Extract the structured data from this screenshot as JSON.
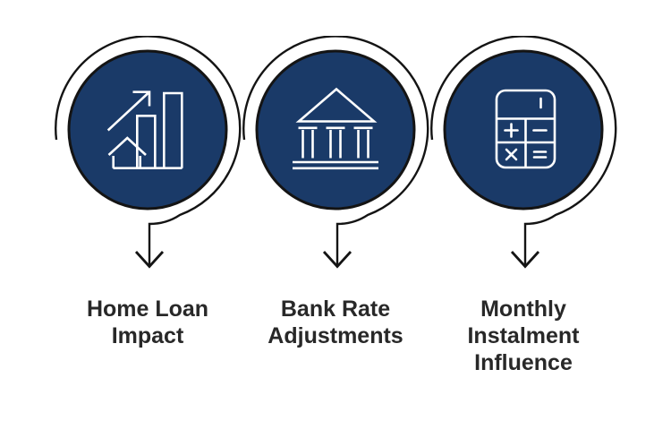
{
  "colors": {
    "background": "#ffffff",
    "circle_fill": "#1a3a68",
    "outline": "#141414",
    "icon_stroke": "#ffffff",
    "label_color": "#282828"
  },
  "units": [
    {
      "icon": "growth-chart-house-icon",
      "label": "Home Loan Impact",
      "label_lines": [
        "Home Loan",
        "Impact",
        ""
      ]
    },
    {
      "icon": "bank-building-icon",
      "label": "Bank Rate Adjustments",
      "label_lines": [
        "Bank Rate",
        "Adjustments",
        ""
      ]
    },
    {
      "icon": "calculator-icon",
      "label": "Monthly Instalment Influence",
      "label_lines": [
        "Monthly",
        "Instalment",
        "Influence"
      ]
    }
  ]
}
